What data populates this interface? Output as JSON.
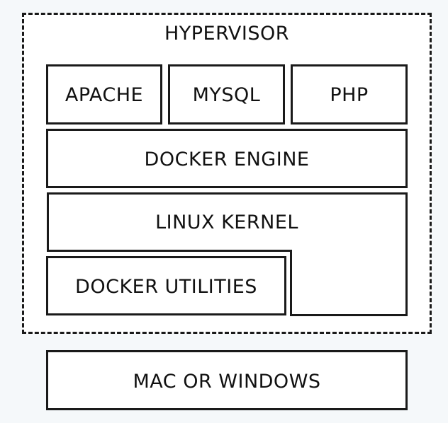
{
  "diagram": {
    "hypervisor": {
      "label": "HYPERVISOR"
    },
    "apps": [
      {
        "label": "APACHE"
      },
      {
        "label": "MYSQL"
      },
      {
        "label": "PHP"
      }
    ],
    "docker_engine": {
      "label": "DOCKER ENGINE"
    },
    "linux_kernel": {
      "label": "LINUX KERNEL"
    },
    "docker_utilities": {
      "label": "DOCKER UTILITIES"
    },
    "host_os": {
      "label": "MAC OR WINDOWS"
    }
  }
}
